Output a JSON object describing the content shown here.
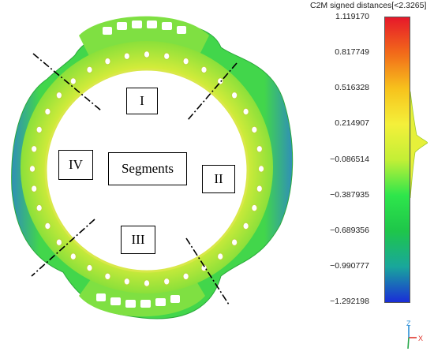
{
  "segments": {
    "center": "Segments",
    "s1": "I",
    "s2": "II",
    "s3": "III",
    "s4": "IV"
  },
  "scale": {
    "title": "C2M signed distances[<2.3265]",
    "ticks": [
      "1.119170",
      "0.817749",
      "0.516328",
      "0.214907",
      "−0.086514",
      "−0.387935",
      "−0.689356",
      "−0.990777",
      "−1.292198"
    ],
    "gradient_colors": [
      "#e6182a",
      "#f26a1a",
      "#f7c21c",
      "#f4f03a",
      "#c3ef36",
      "#2ee64b",
      "#1ec64a",
      "#19a79b",
      "#1a2dd8"
    ]
  },
  "axes": {
    "z_label": "Z",
    "x_label": "X",
    "z_color": "#2c8fd6",
    "x_color": "#e0352c",
    "y_color": "#27a84a"
  }
}
